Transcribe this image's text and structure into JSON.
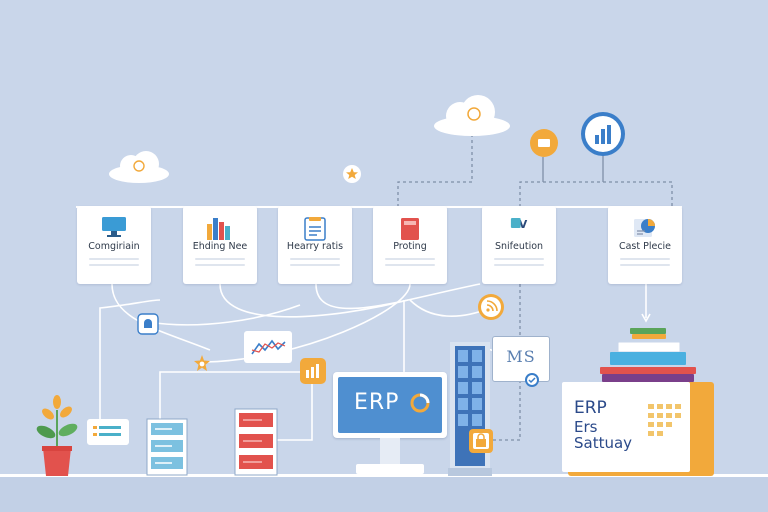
{
  "cards": [
    {
      "label": "Comgiriain"
    },
    {
      "label": "Ehding Nee"
    },
    {
      "label": "Hearry ratis"
    },
    {
      "label": "Proting"
    },
    {
      "label": "Snifeution",
      "tag": "SV"
    },
    {
      "label": "Cast Plecie"
    }
  ],
  "monitor": {
    "text": "ERP"
  },
  "panel": {
    "text": "MS"
  },
  "billboard": {
    "title": "ERP",
    "line1": "Ers",
    "line2": "Sattuay"
  },
  "colors": {
    "background": "#c9d6ea",
    "connector": "#ffffff",
    "dashed": "#7f8fa8",
    "accent_orange": "#f2a93b",
    "accent_blue": "#3a7ec9",
    "accent_red": "#e2524d"
  },
  "icons": [
    "cloud-icon",
    "star-icon",
    "chart-icon",
    "rss-icon",
    "bar-chart-icon",
    "monitor-icon",
    "document-icon",
    "server-icon",
    "plant-icon"
  ]
}
